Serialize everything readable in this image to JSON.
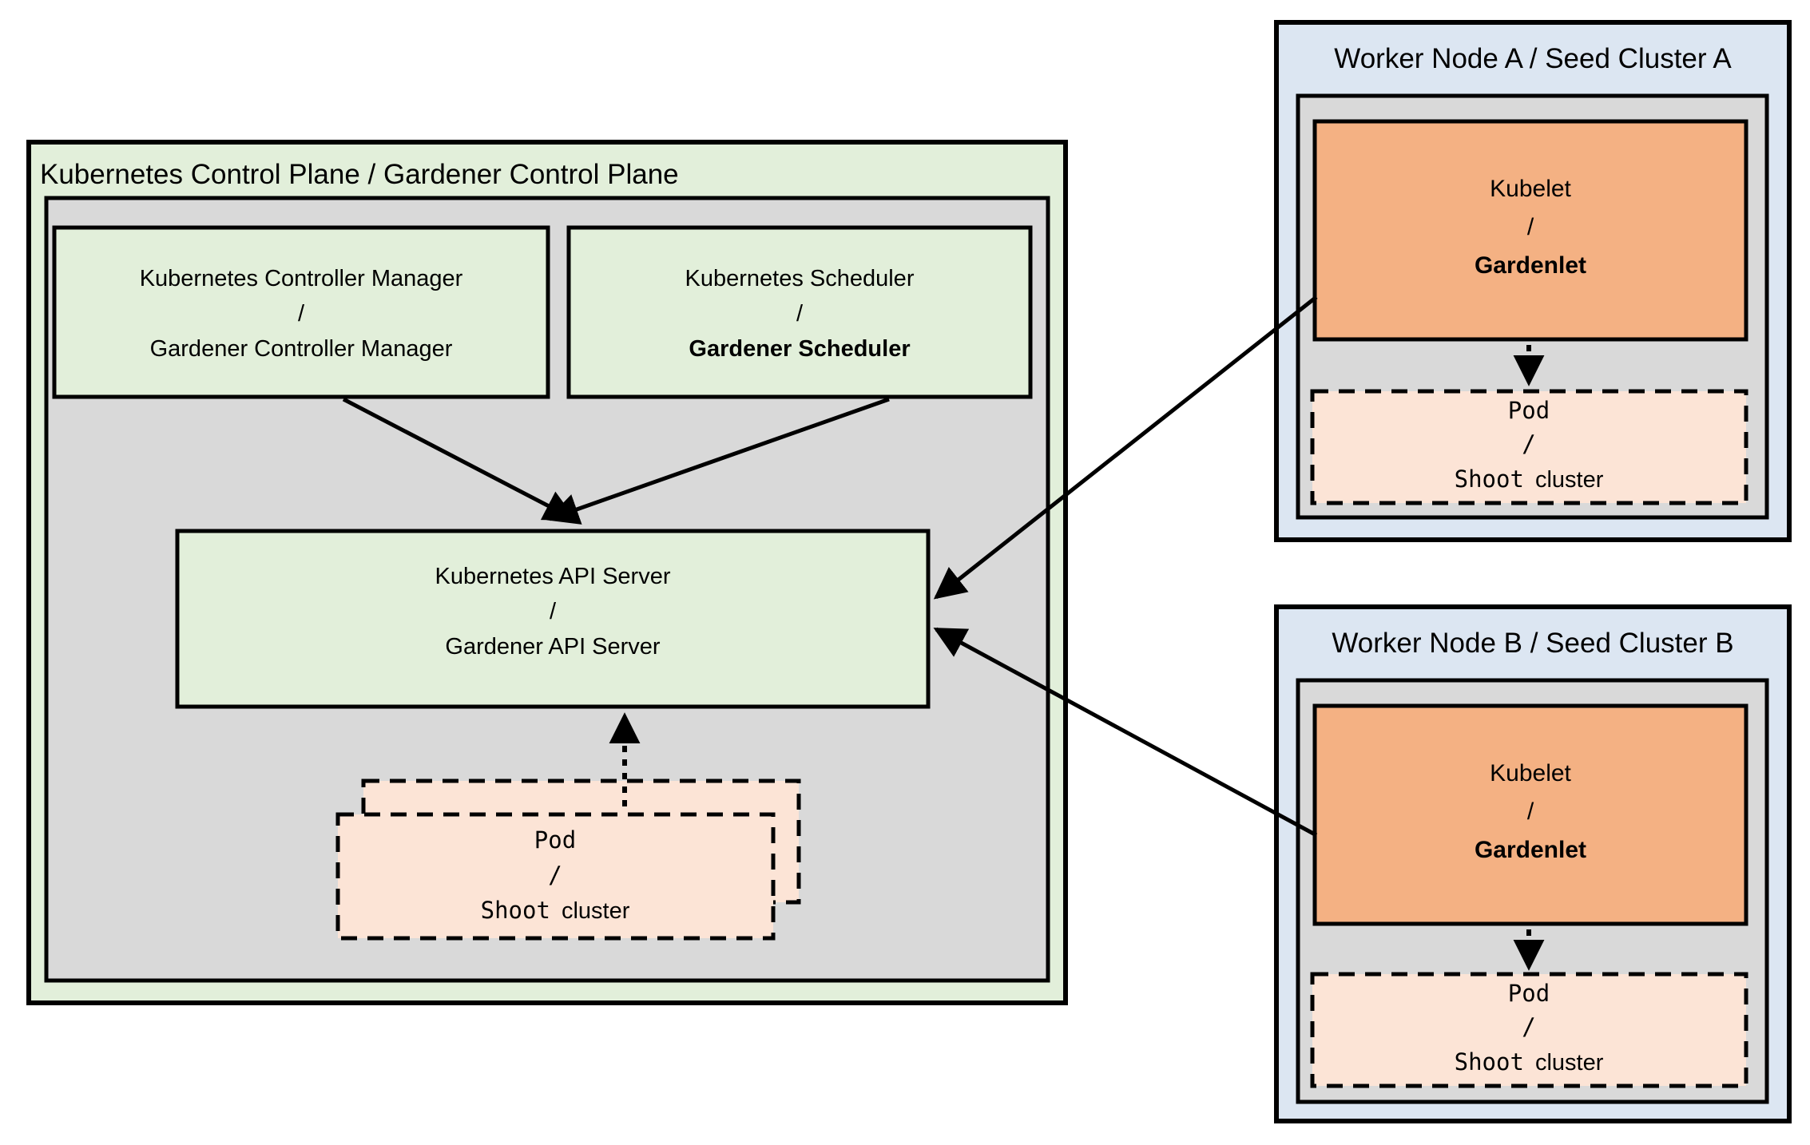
{
  "diagram": {
    "control_plane": {
      "title": "Kubernetes Control Plane / Gardener Control Plane",
      "controller_manager": {
        "line1": "Kubernetes Controller Manager",
        "line2": "/",
        "line3": "Gardener Controller Manager"
      },
      "scheduler": {
        "line1": "Kubernetes Scheduler",
        "line2": "/",
        "line3": "Gardener Scheduler"
      },
      "api_server": {
        "line1": "Kubernetes API Server",
        "line2": "/",
        "line3": "Gardener API Server"
      },
      "pod": {
        "line1": "Pod",
        "line2": "/",
        "shoot": "Shoot",
        "cluster": "cluster"
      }
    },
    "worker_a": {
      "title": "Worker Node A / Seed Cluster A",
      "kubelet": {
        "line1": "Kubelet",
        "line2": "/",
        "line3": "Gardenlet"
      },
      "pod": {
        "line1": "Pod",
        "line2": "/",
        "shoot": "Shoot",
        "cluster": "cluster"
      }
    },
    "worker_b": {
      "title": "Worker Node B / Seed Cluster B",
      "kubelet": {
        "line1": "Kubelet",
        "line2": "/",
        "line3": "Gardenlet"
      },
      "pod": {
        "line1": "Pod",
        "line2": "/",
        "shoot": "Shoot",
        "cluster": "cluster"
      }
    },
    "colors": {
      "green_fill": "#E2EFDA",
      "gray_fill": "#D9D9D9",
      "blue_fill": "#DCE6F2",
      "orange_fill": "#F4B183",
      "peach_fill": "#FCE4D6",
      "line_color": "#000000"
    }
  }
}
